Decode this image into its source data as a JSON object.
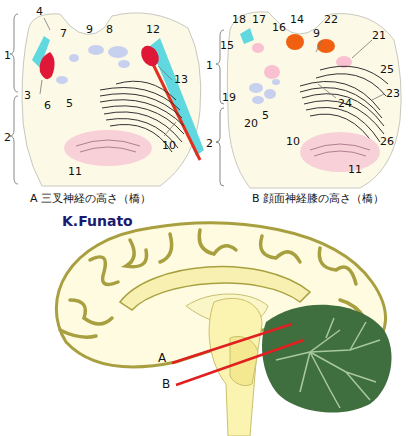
{
  "diagram": {
    "labels": [
      "1",
      "2",
      "3",
      "4",
      "5",
      "6",
      "7",
      "8",
      "9",
      "10",
      "11",
      "12",
      "13",
      "A  三叉神経の高さ（橋）",
      "1",
      "2",
      "5",
      "9",
      "10",
      "11",
      "14",
      "15",
      "16",
      "17",
      "18",
      "19",
      "20",
      "21",
      "22",
      "23",
      "24",
      "25",
      "26",
      "B  顔面神経膝の高さ（橋）",
      "K.Funato",
      "A",
      "B"
    ]
  }
}
